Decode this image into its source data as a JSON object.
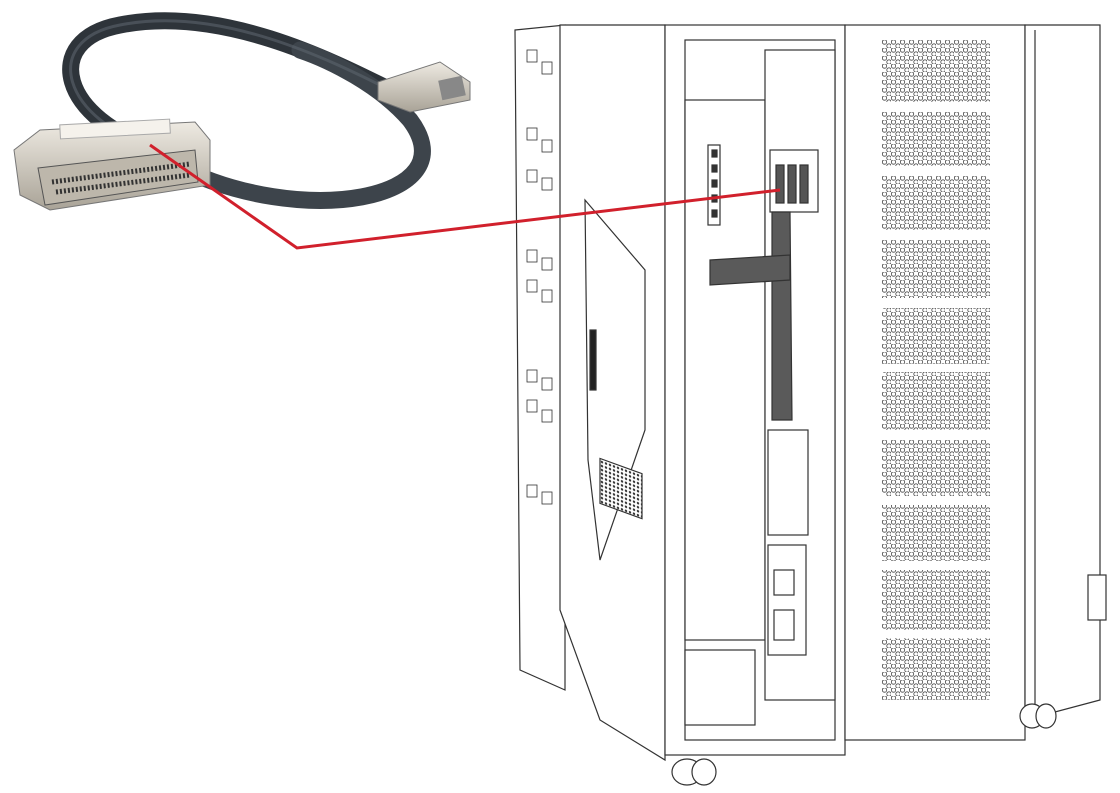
{
  "diagram": {
    "title": "",
    "parts": [
      {
        "id": "cable",
        "icon": "scsi-cable-icon"
      },
      {
        "id": "cabinet",
        "icon": "server-cabinet-icon"
      },
      {
        "id": "port",
        "icon": "scsi-port-icon"
      }
    ],
    "colors": {
      "callout_line": "#d1202c",
      "cable": "#3c434a",
      "connector": "#cfc9bd",
      "drawing_line": "#333333"
    }
  }
}
